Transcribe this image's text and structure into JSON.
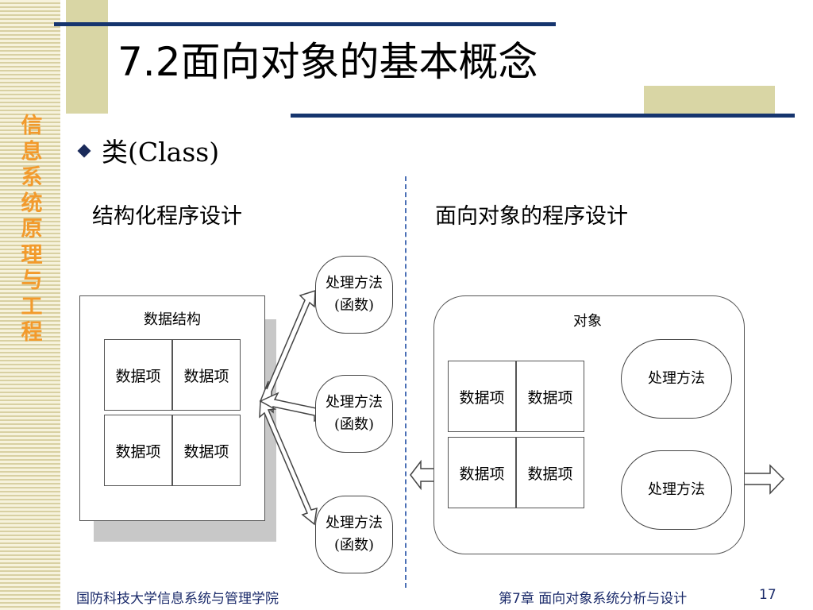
{
  "side_title": [
    "信",
    "息",
    "系",
    "统",
    "原",
    "理",
    "与",
    "工",
    "程"
  ],
  "slide": {
    "title": "7.2面向对象的基本概念",
    "bullet": "类(Class)",
    "left_heading": "结构化程序设计",
    "right_heading": "面向对象的程序设计"
  },
  "left_diagram": {
    "data_structure_label": "数据结构",
    "cells": [
      "数据项",
      "数据项",
      "数据项",
      "数据项"
    ],
    "methods": [
      {
        "line1": "处理方法",
        "line2": "(函数)"
      },
      {
        "line1": "处理方法",
        "line2": "(函数)"
      },
      {
        "line1": "处理方法",
        "line2": "(函数)"
      }
    ]
  },
  "right_diagram": {
    "object_label": "对象",
    "cells": [
      "数据项",
      "数据项",
      "数据项",
      "数据项"
    ],
    "methods": [
      "处理方法",
      "处理方法"
    ]
  },
  "footer": {
    "left": "国防科技大学信息系统与管理学院",
    "right": "第7章 面向对象系统分析与设计",
    "page": "17"
  },
  "colors": {
    "navy_rule": "#16356e",
    "tan": "#d9d6a5",
    "side_title": "#f29a2c",
    "footer_text": "#1a2a6a"
  }
}
